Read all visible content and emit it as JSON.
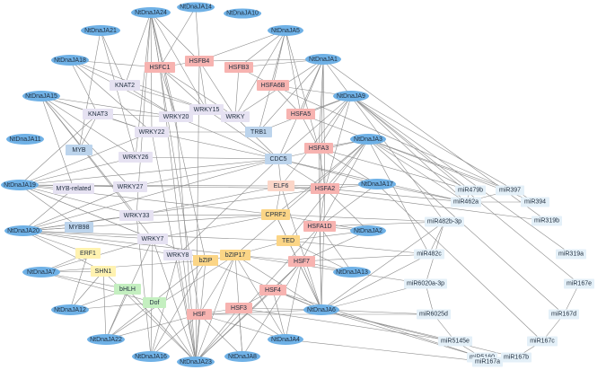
{
  "colors": {
    "edge": "#8a8a8a",
    "nt": "#6fb1e6",
    "hsf": "#f7b3b0",
    "hsf_light": "#fbd6c8",
    "wrky": "#e6e2f2",
    "blue_tf": "#bcd4ec",
    "yellow": "#fbd586",
    "yellow_light": "#fff2b0",
    "green": "#c4efc0",
    "mir": "#e4f0f8"
  },
  "nodes": [
    {
      "id": "NtDnaJA24",
      "label": "NtDnaJA24",
      "kind": "nt"
    },
    {
      "id": "NtDnaJA14",
      "label": "NtDnaJA14",
      "kind": "nt"
    },
    {
      "id": "NtDnaJA10",
      "label": "NtDnaJA10",
      "kind": "nt"
    },
    {
      "id": "NtDnaJA21",
      "label": "NtDnaJA21",
      "kind": "nt"
    },
    {
      "id": "NtDnaJA5",
      "label": "NtDnaJA5",
      "kind": "nt"
    },
    {
      "id": "NtDnaJA18",
      "label": "NtDnaJA18",
      "kind": "nt"
    },
    {
      "id": "NtDnaJA1",
      "label": "NtDnaJA1",
      "kind": "nt"
    },
    {
      "id": "NtDnaJA15",
      "label": "NtDnaJA15",
      "kind": "nt"
    },
    {
      "id": "NtDnaJA9",
      "label": "NtDnaJA9",
      "kind": "nt"
    },
    {
      "id": "NtDnaJA11",
      "label": "NtDnaJA11",
      "kind": "nt"
    },
    {
      "id": "NtDnaJA3",
      "label": "NtDnaJA3",
      "kind": "nt"
    },
    {
      "id": "NtDnaJA19",
      "label": "NtDnaJA19",
      "kind": "nt"
    },
    {
      "id": "NtDnaJA17",
      "label": "NtDnaJA17",
      "kind": "nt"
    },
    {
      "id": "NtDnaJA20",
      "label": "NtDnaJA20",
      "kind": "nt"
    },
    {
      "id": "NtDnaJA2",
      "label": "NtDnaJA2",
      "kind": "nt"
    },
    {
      "id": "NtDnaJA7",
      "label": "NtDnaJA7",
      "kind": "nt"
    },
    {
      "id": "NtDnaJA13",
      "label": "NtDnaJA13",
      "kind": "nt"
    },
    {
      "id": "NtDnaJA12",
      "label": "NtDnaJA12",
      "kind": "nt"
    },
    {
      "id": "NtDnaJA6",
      "label": "NtDnaJA6",
      "kind": "nt"
    },
    {
      "id": "NtDnaJA22",
      "label": "NtDnaJA22",
      "kind": "nt"
    },
    {
      "id": "NtDnaJA4",
      "label": "NtDnaJA4",
      "kind": "nt"
    },
    {
      "id": "NtDnaJA16",
      "label": "NtDnaJA16",
      "kind": "nt"
    },
    {
      "id": "NtDnaJA23",
      "label": "NtDnaJA23",
      "kind": "nt"
    },
    {
      "id": "NtDnaJA8",
      "label": "NtDnaJA8",
      "kind": "nt"
    },
    {
      "id": "HSFC1",
      "label": "HSFC1",
      "kind": "hsf"
    },
    {
      "id": "HSFB4",
      "label": "HSFB4",
      "kind": "hsf"
    },
    {
      "id": "HSFB3",
      "label": "HSFB3",
      "kind": "hsf"
    },
    {
      "id": "HSFA6B",
      "label": "HSFA6B",
      "kind": "hsf"
    },
    {
      "id": "HSFA5",
      "label": "HSFA5",
      "kind": "hsf"
    },
    {
      "id": "HSFA3",
      "label": "HSFA3",
      "kind": "hsf"
    },
    {
      "id": "HSFA2",
      "label": "HSFA2",
      "kind": "hsf"
    },
    {
      "id": "HSFA1D",
      "label": "HSFA1D",
      "kind": "hsf"
    },
    {
      "id": "HSF7",
      "label": "HSF7",
      "kind": "hsf"
    },
    {
      "id": "HSF4",
      "label": "HSF4",
      "kind": "hsf"
    },
    {
      "id": "HSF3",
      "label": "HSF3",
      "kind": "hsf"
    },
    {
      "id": "HSF",
      "label": "HSF",
      "kind": "hsf"
    },
    {
      "id": "ELF6",
      "label": "ELF6",
      "kind": "hsf_light"
    },
    {
      "id": "KNAT2",
      "label": "KNAT2",
      "kind": "wrky"
    },
    {
      "id": "KNAT3",
      "label": "KNAT3",
      "kind": "wrky"
    },
    {
      "id": "WRKY20",
      "label": "WRKY20",
      "kind": "wrky"
    },
    {
      "id": "WRKY15",
      "label": "WRKY15",
      "kind": "wrky"
    },
    {
      "id": "WRKY",
      "label": "WRKY",
      "kind": "wrky"
    },
    {
      "id": "WRKY22",
      "label": "WRKY22",
      "kind": "wrky"
    },
    {
      "id": "WRKY26",
      "label": "WRKY26",
      "kind": "wrky"
    },
    {
      "id": "WRKY27",
      "label": "WRKY27",
      "kind": "wrky"
    },
    {
      "id": "WRKY33",
      "label": "WRKY33",
      "kind": "wrky"
    },
    {
      "id": "WRKY7",
      "label": "WRKY7",
      "kind": "wrky"
    },
    {
      "id": "WRKY8",
      "label": "WRKY8",
      "kind": "wrky"
    },
    {
      "id": "MYB-related",
      "label": "MYB-related",
      "kind": "wrky"
    },
    {
      "id": "MYB",
      "label": "MYB",
      "kind": "blue_tf"
    },
    {
      "id": "MYB98",
      "label": "MYB98",
      "kind": "blue_tf"
    },
    {
      "id": "TRB1",
      "label": "TRB1",
      "kind": "blue_tf"
    },
    {
      "id": "CDC5",
      "label": "CDC5",
      "kind": "blue_tf"
    },
    {
      "id": "CPRF2",
      "label": "CPRF2",
      "kind": "yellow"
    },
    {
      "id": "TED",
      "label": "TED",
      "kind": "yellow"
    },
    {
      "id": "bZIP",
      "label": "bZIP",
      "kind": "yellow"
    },
    {
      "id": "bZIP17",
      "label": "bZIP17",
      "kind": "yellow"
    },
    {
      "id": "ERF1",
      "label": "ERF1",
      "kind": "yellow_light"
    },
    {
      "id": "SHN1",
      "label": "SHN1",
      "kind": "yellow_light"
    },
    {
      "id": "bHLH",
      "label": "bHLH",
      "kind": "green"
    },
    {
      "id": "Dof",
      "label": "Dof",
      "kind": "green"
    },
    {
      "id": "miR479b",
      "label": "miR479b",
      "kind": "mir"
    },
    {
      "id": "miR397",
      "label": "miR397",
      "kind": "mir"
    },
    {
      "id": "miR462a",
      "label": "miR462a",
      "kind": "mir"
    },
    {
      "id": "miR394",
      "label": "miR394",
      "kind": "mir"
    },
    {
      "id": "miR319b",
      "label": "miR319b",
      "kind": "mir"
    },
    {
      "id": "miR482b-3p",
      "label": "miR482b-3p",
      "kind": "mir"
    },
    {
      "id": "miR319a",
      "label": "miR319a",
      "kind": "mir"
    },
    {
      "id": "miR482c",
      "label": "miR482c",
      "kind": "mir"
    },
    {
      "id": "miR167e",
      "label": "miR167e",
      "kind": "mir"
    },
    {
      "id": "miR6020a-3p",
      "label": "miR6020a-3p",
      "kind": "mir"
    },
    {
      "id": "miR167d",
      "label": "miR167d",
      "kind": "mir"
    },
    {
      "id": "miR6025d",
      "label": "miR6025d",
      "kind": "mir"
    },
    {
      "id": "miR5145e",
      "label": "miR5145e",
      "kind": "mir"
    },
    {
      "id": "miR167c",
      "label": "miR167c",
      "kind": "mir"
    },
    {
      "id": "miR5160",
      "label": "miR5160",
      "kind": "mir"
    },
    {
      "id": "miR167b",
      "label": "miR167b",
      "kind": "mir"
    },
    {
      "id": "miR167a",
      "label": "miR167a",
      "kind": "mir"
    }
  ],
  "edges": [
    [
      "NtDnaJA24",
      "HSFC1"
    ],
    [
      "NtDnaJA24",
      "HSFB4"
    ],
    [
      "NtDnaJA24",
      "WRKY20"
    ],
    [
      "NtDnaJA24",
      "WRKY22"
    ],
    [
      "NtDnaJA24",
      "WRKY26"
    ],
    [
      "NtDnaJA24",
      "KNAT2"
    ],
    [
      "NtDnaJA24",
      "WRKY33"
    ],
    [
      "NtDnaJA24",
      "HSF"
    ],
    [
      "NtDnaJA24",
      "WRKY15"
    ],
    [
      "NtDnaJA24",
      "bZIP"
    ],
    [
      "NtDnaJA14",
      "HSFC1"
    ],
    [
      "NtDnaJA14",
      "HSFB4"
    ],
    [
      "NtDnaJA21",
      "KNAT2"
    ],
    [
      "NtDnaJA21",
      "WRKY26"
    ],
    [
      "NtDnaJA21",
      "MYB"
    ],
    [
      "NtDnaJA5",
      "HSFB3"
    ],
    [
      "NtDnaJA5",
      "HSFA6B"
    ],
    [
      "NtDnaJA5",
      "HSFA5"
    ],
    [
      "NtDnaJA5",
      "HSFA3"
    ],
    [
      "NtDnaJA5",
      "HSFB4"
    ],
    [
      "NtDnaJA5",
      "WRKY"
    ],
    [
      "NtDnaJA5",
      "TRB1"
    ],
    [
      "NtDnaJA18",
      "HSFC1"
    ],
    [
      "NtDnaJA18",
      "KNAT3"
    ],
    [
      "NtDnaJA18",
      "WRKY22"
    ],
    [
      "NtDnaJA18",
      "WRKY20"
    ],
    [
      "NtDnaJA18",
      "WRKY15"
    ],
    [
      "NtDnaJA1",
      "HSFB4"
    ],
    [
      "NtDnaJA1",
      "HSFB3"
    ],
    [
      "NtDnaJA1",
      "HSFA5"
    ],
    [
      "NtDnaJA1",
      "HSFA3"
    ],
    [
      "NtDnaJA1",
      "HSFA2"
    ],
    [
      "NtDnaJA1",
      "CDC5"
    ],
    [
      "NtDnaJA1",
      "TRB1"
    ],
    [
      "NtDnaJA1",
      "WRKY"
    ],
    [
      "NtDnaJA1",
      "HSFA1D"
    ],
    [
      "NtDnaJA1",
      "miR482b-3p"
    ],
    [
      "NtDnaJA1",
      "miR319b"
    ],
    [
      "NtDnaJA15",
      "KNAT3"
    ],
    [
      "NtDnaJA15",
      "WRKY22"
    ],
    [
      "NtDnaJA15",
      "WRKY26"
    ],
    [
      "NtDnaJA15",
      "WRKY27"
    ],
    [
      "NtDnaJA15",
      "WRKY33"
    ],
    [
      "NtDnaJA15",
      "WRKY7"
    ],
    [
      "NtDnaJA15",
      "MYB-related"
    ],
    [
      "NtDnaJA15",
      "WRKY20"
    ],
    [
      "NtDnaJA9",
      "HSFA5"
    ],
    [
      "NtDnaJA9",
      "HSFA3"
    ],
    [
      "NtDnaJA9",
      "CDC5"
    ],
    [
      "NtDnaJA9",
      "TRB1"
    ],
    [
      "NtDnaJA9",
      "HSFA2"
    ],
    [
      "NtDnaJA9",
      "HSFA6B"
    ],
    [
      "NtDnaJA9",
      "miR479b"
    ],
    [
      "NtDnaJA9",
      "miR462a"
    ],
    [
      "NtDnaJA9",
      "miR394"
    ],
    [
      "NtDnaJA9",
      "miR319a"
    ],
    [
      "NtDnaJA9",
      "miR167e"
    ],
    [
      "NtDnaJA9",
      "ELF6"
    ],
    [
      "NtDnaJA3",
      "HSFA3"
    ],
    [
      "NtDnaJA3",
      "HSFA2"
    ],
    [
      "NtDnaJA3",
      "CDC5"
    ],
    [
      "NtDnaJA3",
      "HSFA1D"
    ],
    [
      "NtDnaJA3",
      "CPRF2"
    ],
    [
      "NtDnaJA3",
      "TED"
    ],
    [
      "NtDnaJA3",
      "miR397"
    ],
    [
      "NtDnaJA3",
      "miR479b"
    ],
    [
      "NtDnaJA3",
      "miR462a"
    ],
    [
      "NtDnaJA3",
      "miR167d"
    ],
    [
      "NtDnaJA3",
      "miR482c"
    ],
    [
      "NtDnaJA3",
      "bZIP17"
    ],
    [
      "NtDnaJA19",
      "KNAT3"
    ],
    [
      "NtDnaJA19",
      "MYB-related"
    ],
    [
      "NtDnaJA19",
      "WRKY27"
    ],
    [
      "NtDnaJA19",
      "WRKY33"
    ],
    [
      "NtDnaJA19",
      "WRKY7"
    ],
    [
      "NtDnaJA19",
      "MYB98"
    ],
    [
      "NtDnaJA19",
      "WRKY22"
    ],
    [
      "NtDnaJA19",
      "WRKY26"
    ],
    [
      "NtDnaJA19",
      "CDC5"
    ],
    [
      "NtDnaJA19",
      "ELF6"
    ],
    [
      "NtDnaJA19",
      "HSFA2"
    ],
    [
      "NtDnaJA19",
      "CPRF2"
    ],
    [
      "NtDnaJA19",
      "bZIP"
    ],
    [
      "NtDnaJA17",
      "HSFA2"
    ],
    [
      "NtDnaJA17",
      "HSFA1D"
    ],
    [
      "NtDnaJA17",
      "CDC5"
    ],
    [
      "NtDnaJA17",
      "ELF6"
    ],
    [
      "NtDnaJA17",
      "miR462a"
    ],
    [
      "NtDnaJA17",
      "miR167c"
    ],
    [
      "NtDnaJA17",
      "HSFA3"
    ],
    [
      "NtDnaJA20",
      "MYB98"
    ],
    [
      "NtDnaJA20",
      "WRKY33"
    ],
    [
      "NtDnaJA20",
      "WRKY7"
    ],
    [
      "NtDnaJA20",
      "WRKY27"
    ],
    [
      "NtDnaJA20",
      "MYB-related"
    ],
    [
      "NtDnaJA20",
      "CPRF2"
    ],
    [
      "NtDnaJA20",
      "TED"
    ],
    [
      "NtDnaJA20",
      "HSFA2"
    ],
    [
      "NtDnaJA20",
      "bZIP17"
    ],
    [
      "NtDnaJA20",
      "WRKY8"
    ],
    [
      "NtDnaJA20",
      "ERF1"
    ],
    [
      "NtDnaJA20",
      "SHN1"
    ],
    [
      "NtDnaJA20",
      "CDC5"
    ],
    [
      "NtDnaJA2",
      "HSFA1D"
    ],
    [
      "NtDnaJA2",
      "HSF7"
    ],
    [
      "NtDnaJA2",
      "CPRF2"
    ],
    [
      "NtDnaJA2",
      "TED"
    ],
    [
      "NtDnaJA2",
      "HSFA2"
    ],
    [
      "NtDnaJA7",
      "SHN1"
    ],
    [
      "NtDnaJA7",
      "ERF1"
    ],
    [
      "NtDnaJA7",
      "bHLH"
    ],
    [
      "NtDnaJA7",
      "Dof"
    ],
    [
      "NtDnaJA7",
      "WRKY7"
    ],
    [
      "NtDnaJA7",
      "bZIP"
    ],
    [
      "NtDnaJA13",
      "HSF7"
    ],
    [
      "NtDnaJA13",
      "HSFA1D"
    ],
    [
      "NtDnaJA13",
      "TED"
    ],
    [
      "NtDnaJA12",
      "SHN1"
    ],
    [
      "NtDnaJA12",
      "bHLH"
    ],
    [
      "NtDnaJA12",
      "Dof"
    ],
    [
      "NtDnaJA12",
      "ERF1"
    ],
    [
      "NtDnaJA6",
      "HSF7"
    ],
    [
      "NtDnaJA6",
      "HSF4"
    ],
    [
      "NtDnaJA6",
      "HSF3"
    ],
    [
      "NtDnaJA6",
      "HSF"
    ],
    [
      "NtDnaJA6",
      "bZIP17"
    ],
    [
      "NtDnaJA6",
      "TED"
    ],
    [
      "NtDnaJA6",
      "CPRF2"
    ],
    [
      "NtDnaJA6",
      "HSFA1D"
    ],
    [
      "NtDnaJA6",
      "HSFA2"
    ],
    [
      "NtDnaJA6",
      "miR6020a-3p"
    ],
    [
      "NtDnaJA6",
      "miR6025d"
    ],
    [
      "NtDnaJA6",
      "miR5145e"
    ],
    [
      "NtDnaJA6",
      "miR482b-3p"
    ],
    [
      "NtDnaJA6",
      "miR482c"
    ],
    [
      "NtDnaJA6",
      "miR167b"
    ],
    [
      "NtDnaJA6",
      "miR5160"
    ],
    [
      "NtDnaJA6",
      "bZIP"
    ],
    [
      "NtDnaJA6",
      "HSFA3"
    ],
    [
      "NtDnaJA6",
      "ELF6"
    ],
    [
      "NtDnaJA22",
      "SHN1"
    ],
    [
      "NtDnaJA22",
      "bHLH"
    ],
    [
      "NtDnaJA22",
      "HSF"
    ],
    [
      "NtDnaJA22",
      "bZIP"
    ],
    [
      "NtDnaJA22",
      "WRKY7"
    ],
    [
      "NtDnaJA22",
      "bZIP17"
    ],
    [
      "NtDnaJA4",
      "HSF"
    ],
    [
      "NtDnaJA4",
      "HSF3"
    ],
    [
      "NtDnaJA4",
      "HSF4"
    ],
    [
      "NtDnaJA4",
      "miR167a"
    ],
    [
      "NtDnaJA4",
      "bZIP17"
    ],
    [
      "NtDnaJA4",
      "HSF7"
    ],
    [
      "NtDnaJA16",
      "WRKY8"
    ],
    [
      "NtDnaJA16",
      "HSF"
    ],
    [
      "NtDnaJA16",
      "bZIP"
    ],
    [
      "NtDnaJA16",
      "WRKY7"
    ],
    [
      "NtDnaJA16",
      "WRKY33"
    ],
    [
      "NtDnaJA23",
      "HSF"
    ],
    [
      "NtDnaJA23",
      "HSF3"
    ],
    [
      "NtDnaJA23",
      "bZIP"
    ],
    [
      "NtDnaJA23",
      "bZIP17"
    ],
    [
      "NtDnaJA23",
      "WRKY8"
    ],
    [
      "NtDnaJA23",
      "WRKY7"
    ],
    [
      "NtDnaJA23",
      "HSF7"
    ],
    [
      "NtDnaJA23",
      "HSFA1D"
    ],
    [
      "NtDnaJA23",
      "SHN1"
    ],
    [
      "NtDnaJA23",
      "Dof"
    ],
    [
      "NtDnaJA23",
      "HSFC1"
    ],
    [
      "NtDnaJA23",
      "WRKY22"
    ],
    [
      "NtDnaJA23",
      "HSFB4"
    ],
    [
      "NtDnaJA23",
      "WRKY20"
    ],
    [
      "NtDnaJA23",
      "HSF4"
    ],
    [
      "NtDnaJA23",
      "bHLH"
    ],
    [
      "NtDnaJA8",
      "HSF"
    ],
    [
      "NtDnaJA8",
      "HSF3"
    ],
    [
      "NtDnaJA8",
      "bZIP17"
    ],
    [
      "NtDnaJA8",
      "HSF7"
    ],
    [
      "HSFC1",
      "WRKY20"
    ],
    [
      "HSFC1",
      "WRKY15"
    ],
    [
      "HSFC1",
      "HSFB4"
    ],
    [
      "HSFC1",
      "WRKY"
    ],
    [
      "HSFB4",
      "WRKY"
    ],
    [
      "HSFB4",
      "WRKY15"
    ],
    [
      "HSFB3",
      "WRKY"
    ],
    [
      "HSFB3",
      "HSFA6B"
    ],
    [
      "KNAT2",
      "WRKY20"
    ],
    [
      "KNAT2",
      "WRKY15"
    ],
    [
      "KNAT3",
      "WRKY20"
    ],
    [
      "KNAT3",
      "WRKY22"
    ],
    [
      "KNAT3",
      "MYB"
    ],
    [
      "WRKY20",
      "CDC5"
    ],
    [
      "WRKY15",
      "CDC5"
    ],
    [
      "WRKY",
      "CDC5"
    ],
    [
      "WRKY22",
      "TRB1"
    ],
    [
      "WRKY22",
      "CDC5"
    ],
    [
      "WRKY26",
      "CDC5"
    ],
    [
      "WRKY27",
      "CDC5"
    ],
    [
      "WRKY33",
      "ELF6"
    ],
    [
      "WRKY33",
      "CPRF2"
    ],
    [
      "WRKY7",
      "CPRF2"
    ],
    [
      "WRKY8",
      "CDC5"
    ],
    [
      "CDC5",
      "ELF6"
    ],
    [
      "CDC5",
      "HSFA2"
    ],
    [
      "ELF6",
      "CPRF2"
    ],
    [
      "ELF6",
      "HSFA2"
    ],
    [
      "CPRF2",
      "TED"
    ],
    [
      "TED",
      "bZIP17"
    ],
    [
      "bZIP",
      "bZIP17"
    ],
    [
      "bZIP17",
      "HSF7"
    ],
    [
      "HSFA1D",
      "HSF7"
    ],
    [
      "HSFA2",
      "HSFA1D"
    ],
    [
      "HSFA3",
      "HSFA2"
    ],
    [
      "HSFA5",
      "HSFA3"
    ],
    [
      "HSFA6B",
      "HSFA5"
    ],
    [
      "HSF",
      "HSF3"
    ],
    [
      "HSF3",
      "HSF4"
    ],
    [
      "HSF4",
      "HSF7"
    ],
    [
      "HSF",
      "bZIP17"
    ],
    [
      "miR462a",
      "miR479b"
    ],
    [
      "miR462a",
      "miR397"
    ],
    [
      "miR462a",
      "miR394"
    ],
    [
      "miR482b-3p",
      "miR482c"
    ],
    [
      "miR482b-3p",
      "miR6020a-3p"
    ],
    [
      "miR6020a-3p",
      "miR6025d"
    ],
    [
      "miR6025d",
      "miR5145e"
    ],
    [
      "miR5145e",
      "miR5160"
    ],
    [
      "miR5160",
      "miR167a"
    ],
    [
      "miR167b",
      "miR167a"
    ],
    [
      "miR167c",
      "miR167b"
    ],
    [
      "miR167d",
      "miR167c"
    ],
    [
      "miR167e",
      "miR167d"
    ],
    [
      "HSFA1D",
      "miR482b-3p"
    ],
    [
      "HSF7",
      "miR482c"
    ],
    [
      "HSFA2",
      "miR462a"
    ],
    [
      "HSFA3",
      "miR479b"
    ],
    [
      "CDC5",
      "miR462a"
    ],
    [
      "bZIP17",
      "miR6020a-3p"
    ],
    [
      "HSF",
      "miR6025d"
    ],
    [
      "HSF3",
      "miR5145e"
    ],
    [
      "HSF4",
      "miR5160"
    ],
    [
      "TED",
      "miR482c"
    ],
    [
      "CPRF2",
      "miR482b-3p"
    ],
    [
      "ELF6",
      "miR319b"
    ],
    [
      "HSFA5",
      "miR394"
    ],
    [
      "HSFA6B",
      "miR397"
    ]
  ]
}
